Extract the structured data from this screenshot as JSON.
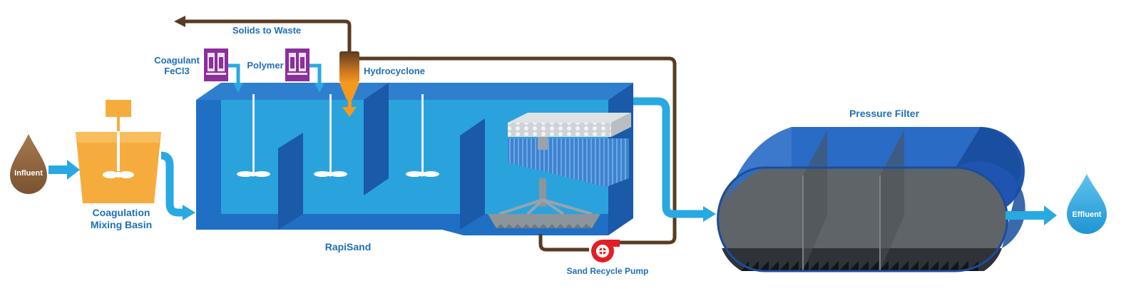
{
  "labels": {
    "solids_to_waste": "Solids to Waste",
    "coagulant_line1": "Coagulant",
    "coagulant_line2": "FeCl3",
    "polymer": "Polymer",
    "hydrocyclone": "Hydrocyclone",
    "influent": "Influent",
    "mixing_basin_line1": "Coagulation",
    "mixing_basin_line2": "Mixing Basin",
    "rapisand": "RapiSand",
    "sand_recycle_pump": "Sand Recycle Pump",
    "pressure_filter": "Pressure Filter",
    "effluent": "Effluent"
  },
  "colors": {
    "water_blue": "#2aa3dd",
    "tank_blue": "#1f6fc4",
    "tank_dark": "#1a5aa8",
    "pipe_blue": "#29a9e1",
    "sludge_brown": "#5a3a22",
    "basin_orange": "#f6ac3c",
    "chem_purple": "#8b2f9b",
    "pump_red": "#e21f26",
    "filter_gray": "#5f6469",
    "influent_brown": "#8b6038",
    "label_blue": "#1e6fb8"
  }
}
